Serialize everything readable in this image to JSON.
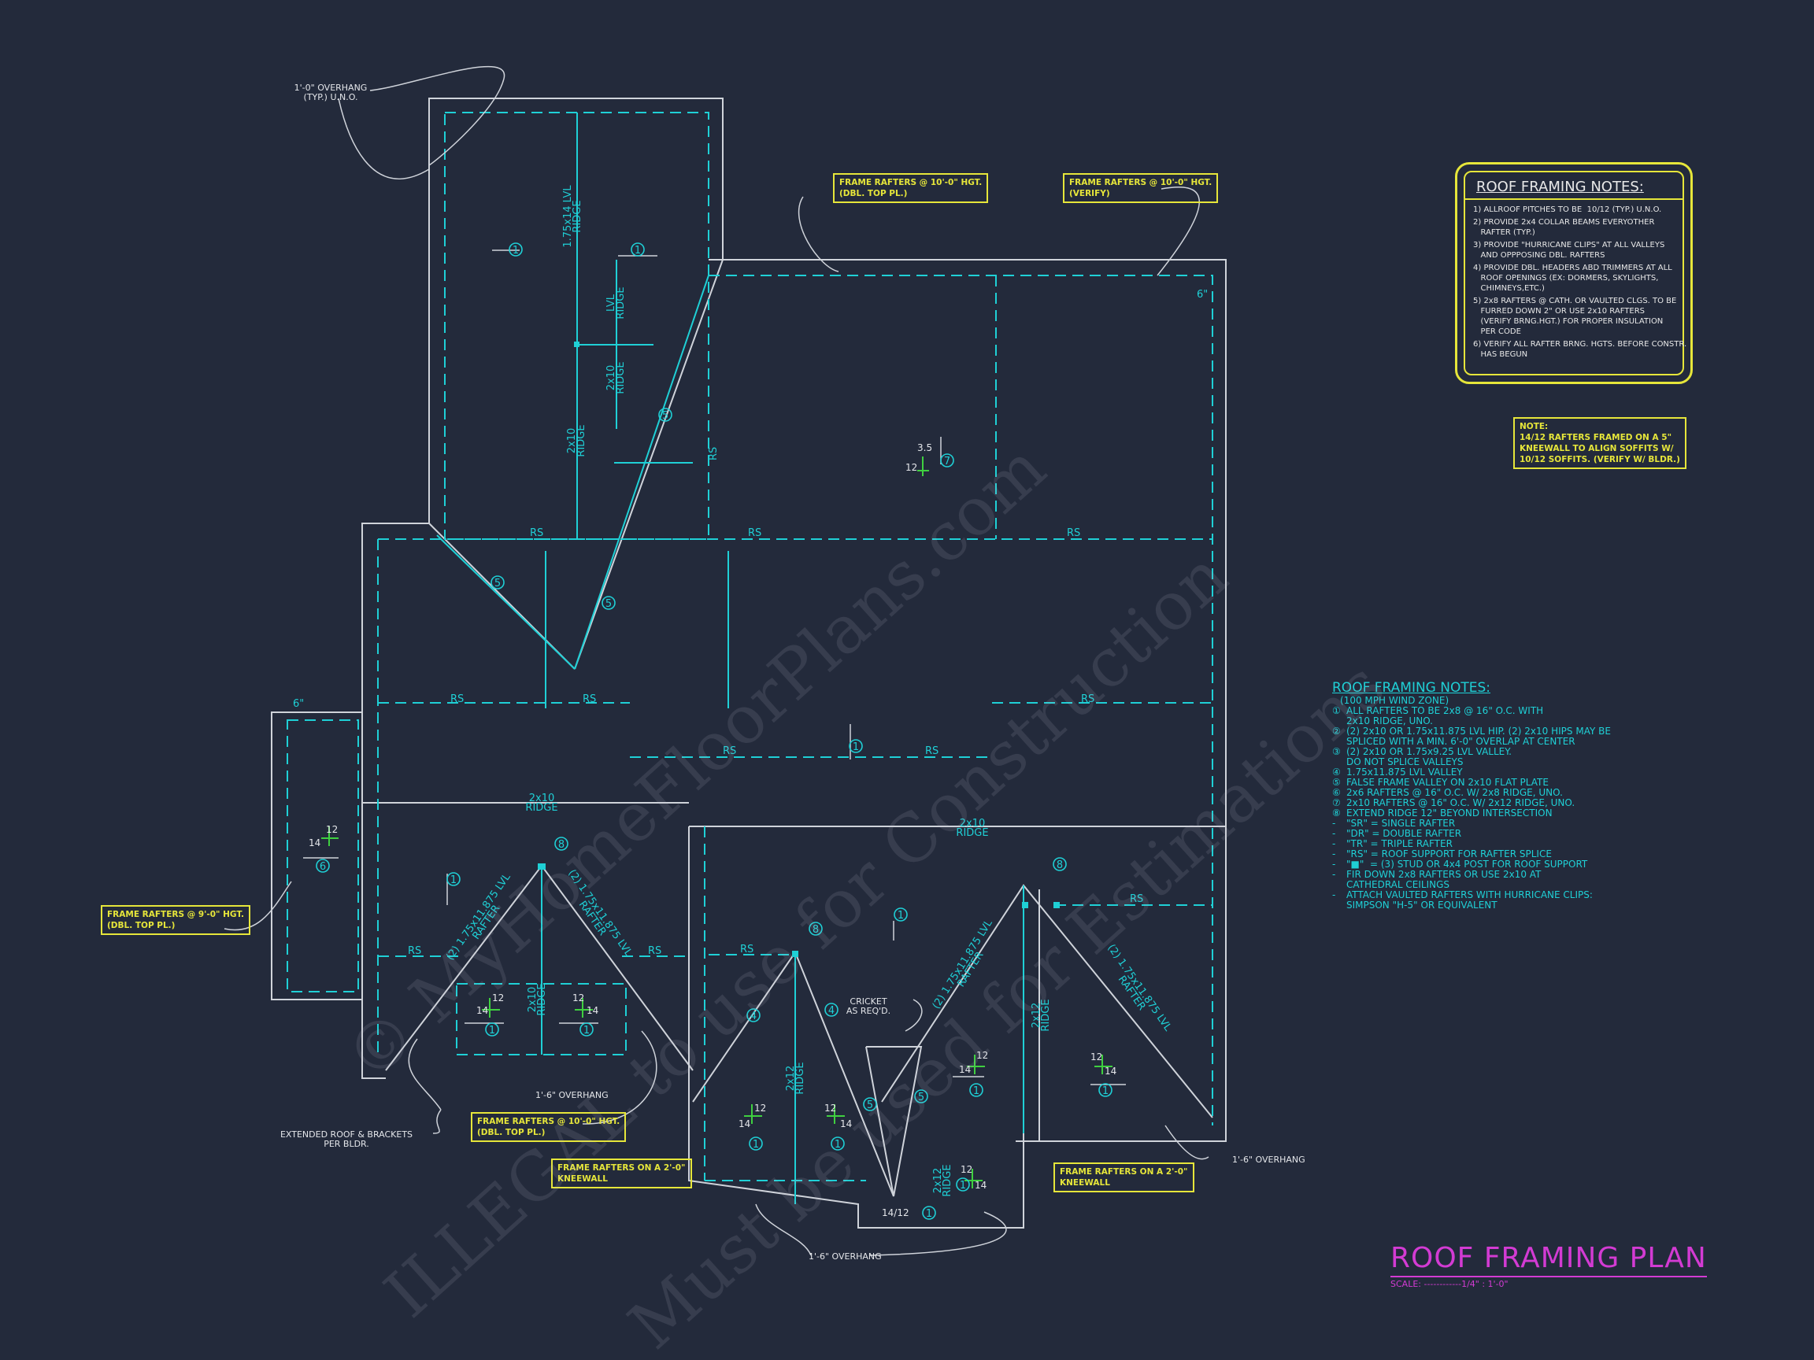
{
  "title": {
    "main": "ROOF FRAMING PLAN",
    "scale": "SCALE: ------------1/4\" : 1'-0\""
  },
  "notes_box": {
    "heading": "ROOF FRAMING NOTES:",
    "items": [
      "1) ALLROOF PITCHES TO BE  10/12 (TYP.) U.N.O.",
      "2) PROVIDE 2x4 COLLAR BEAMS EVERYOTHER\n   RAFTER (TYP.)",
      "3) PROVIDE \"HURRICANE CLIPS\" AT ALL VALLEYS\n   AND OPPPOSING DBL. RAFTERS",
      "4) PROVIDE DBL. HEADERS ABD TRIMMERS AT ALL\n   ROOF OPENINGS (EX: DORMERS, SKYLIGHTS,\n   CHIMNEYS,ETC.)",
      "5) 2x8 RAFTERS @ CATH. OR VAULTED CLGS. TO BE\n   FURRED DOWN 2\" OR USE 2x10 RAFTERS\n   (VERIFY BRNG.HGT.) FOR PROPER INSULATION\n   PER CODE",
      "6) VERIFY ALL RAFTER BRNG. HGTS. BEFORE CONSTR.\n   HAS BEGUN"
    ]
  },
  "note_small": {
    "heading": "NOTE:",
    "lines": [
      "14/12 RAFTERS FRAMED ON A 5\"",
      "KNEEWALL TO ALIGN SOFFITS W/",
      "10/12 SOFFITS. (VERIFY W/ BLDR.)"
    ]
  },
  "legend": {
    "heading": "ROOF FRAMING NOTES:",
    "subheading": "(100 MPH WIND ZONE)",
    "items": [
      {
        "marker": "①",
        "text": "ALL RAFTERS TO BE 2x8 @ 16\" O.C. WITH\n2x10 RIDGE, UNO."
      },
      {
        "marker": "②",
        "text": "(2) 2x10 OR 1.75x11.875 LVL HIP. (2) 2x10 HIPS MAY BE\nSPLICED WITH A MIN. 6'-0\" OVERLAP AT CENTER"
      },
      {
        "marker": "③",
        "text": "(2) 2x10 OR 1.75x9.25 LVL VALLEY.\nDO NOT SPLICE VALLEYS"
      },
      {
        "marker": "④",
        "text": "1.75x11.875 LVL VALLEY"
      },
      {
        "marker": "⑤",
        "text": "FALSE FRAME VALLEY ON 2x10 FLAT PLATE"
      },
      {
        "marker": "⑥",
        "text": "2x6 RAFTERS @ 16\" O.C. W/ 2x8 RIDGE, UNO."
      },
      {
        "marker": "⑦",
        "text": "2x10 RAFTERS @ 16\" O.C. W/ 2x12 RIDGE, UNO."
      },
      {
        "marker": "⑧",
        "text": "EXTEND RIDGE 12\" BEYOND INTERSECTION"
      },
      {
        "marker": "-",
        "text": "\"SR\" = SINGLE RAFTER"
      },
      {
        "marker": "-",
        "text": "\"DR\" = DOUBLE RAFTER"
      },
      {
        "marker": "-",
        "text": "\"TR\" = TRIPLE RAFTER"
      },
      {
        "marker": "-",
        "text": "\"RS\" = ROOF SUPPORT FOR RAFTER SPLICE"
      },
      {
        "marker": "-",
        "text": "\"■\"  = (3) STUD OR 4x4 POST FOR ROOF SUPPORT"
      },
      {
        "marker": "-",
        "text": "FIR DOWN 2x8 RAFTERS OR USE 2x10 AT\nCATHEDRAL CEILINGS"
      },
      {
        "marker": "-",
        "text": "ATTACH VAULTED RAFTERS WITH HURRICANE CLIPS:\nSIMPSON \"H-5\" OR EQUIVALENT"
      }
    ]
  },
  "callouts": [
    {
      "lines": [
        "FRAME RAFTERS @ 10'-0\" HGT.",
        "(DBL. TOP PL.)"
      ]
    },
    {
      "lines": [
        "FRAME RAFTERS @ 10'-0\" HGT.",
        "(VERIFY)"
      ]
    },
    {
      "lines": [
        "FRAME RAFTERS @ 9'-0\" HGT.",
        "(DBL. TOP PL.)"
      ]
    },
    {
      "lines": [
        "FRAME RAFTERS @ 10'-0\" HGT.",
        "(DBL. TOP PL.)"
      ]
    },
    {
      "lines": [
        "FRAME RAFTERS ON A 2'-0\"",
        "KNEEWALL"
      ]
    },
    {
      "lines": [
        "FRAME RAFTERS ON A 2'-0\"",
        "KNEEWALL"
      ]
    }
  ],
  "annotations": {
    "overhang_typ": [
      "1'-0\" OVERHANG",
      "(TYP.) U.N.O."
    ],
    "overhang_16": "1'-6\" OVERHANG",
    "extended_roof": [
      "EXTENDED ROOF & BRACKETS",
      "PER BLDR."
    ],
    "cricket": [
      "CRICKET",
      "AS REQ'D."
    ]
  },
  "labels": {
    "rs": "RS",
    "ridge_2x10": [
      "2x10",
      "RIDGE"
    ],
    "ridge_2x12": [
      "2x12",
      "RIDGE"
    ],
    "lvl_ridge": [
      "LVL",
      "RIDGE"
    ],
    "lvl_ridge_175": [
      "1.75x14 LVL",
      "RIDGE"
    ],
    "hip_lvl": [
      "(2) 1.75x11.875 LVL",
      "RAFTER"
    ],
    "pitch_12": "12",
    "pitch_14": "14",
    "pitch_35": "3.5",
    "pitch_1412": "14/12",
    "dim_6": "6\"",
    "c1": "1",
    "c4": "4",
    "c5": "5",
    "c6": "6",
    "c7": "7",
    "c8": "8"
  },
  "watermark": [
    "© MyHomeFloorPlans.com",
    "ILLEGAL to use for Construction",
    "Must be used for Estimations"
  ]
}
